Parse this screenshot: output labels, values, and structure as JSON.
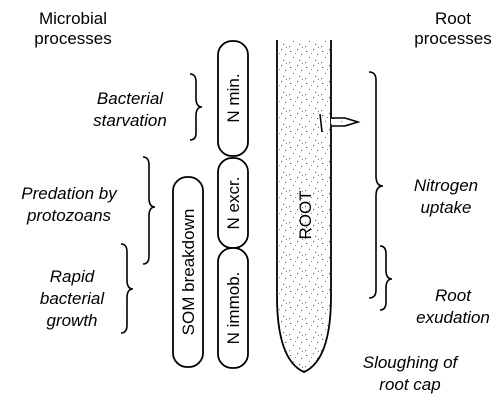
{
  "headers": {
    "microbial_line1": "Microbial",
    "microbial_line2": "processes",
    "root_line1": "Root",
    "root_line2": "processes"
  },
  "microbial_labels": {
    "bacterial_starvation_1": "Bacterial",
    "bacterial_starvation_2": "starvation",
    "predation_1": "Predation by",
    "predation_2": "protozoans",
    "rapid_1": "Rapid",
    "rapid_2": "bacterial",
    "rapid_3": "growth"
  },
  "boxes": {
    "som": "SOM breakdown",
    "n_immob": "N immob.",
    "n_excr": "N excr.",
    "n_min": "N min."
  },
  "root": {
    "label": "ROOT",
    "color": "#ffffff"
  },
  "root_labels": {
    "nitrogen_uptake_1": "Nitrogen",
    "nitrogen_uptake_2": "uptake",
    "root_exudation_1": "Root",
    "root_exudation_2": "exudation",
    "sloughing_1": "Sloughing of",
    "sloughing_2": "root cap"
  }
}
